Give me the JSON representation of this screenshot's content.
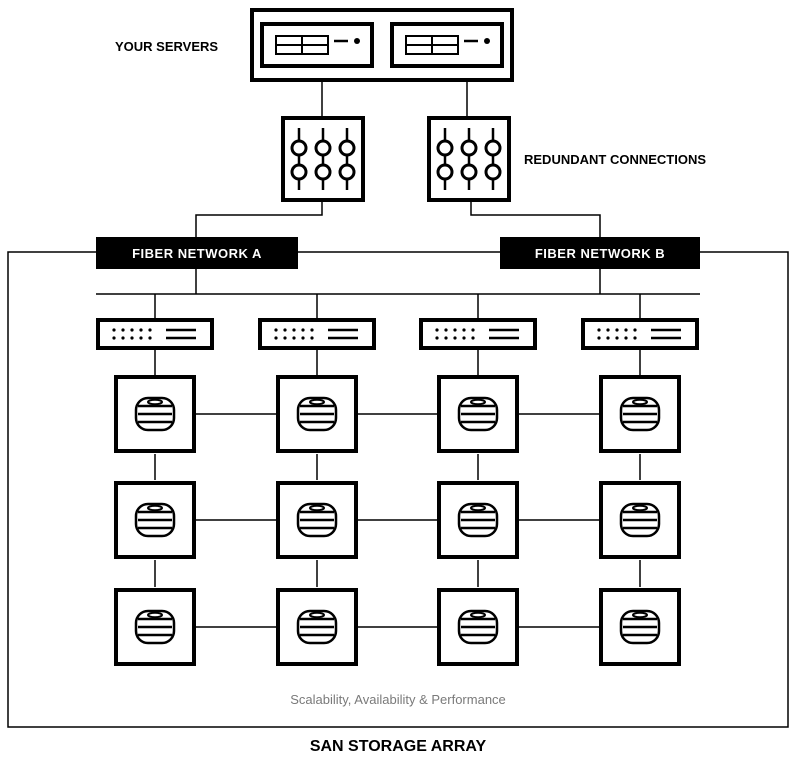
{
  "labels": {
    "servers": "YOUR SERVERS",
    "redundant": "REDUNDANT CONNECTIONS",
    "network_a": "FIBER NETWORK A",
    "network_b": "FIBER NETWORK B",
    "tagline": "Scalability, Availability & Performance",
    "footer": "SAN STORAGE ARRAY"
  },
  "colors": {
    "ink": "#000000",
    "paper": "#ffffff",
    "tagline_text": "#7a7a7a",
    "badge_text": "#ffffff"
  },
  "icons": {
    "server": "server-icon",
    "fiber_switch": "fiber-switch-icon",
    "storage_controller": "storage-controller-icon",
    "disk_stack": "disk-stack-icon"
  },
  "grid": {
    "columns": 4,
    "rows": 3
  }
}
